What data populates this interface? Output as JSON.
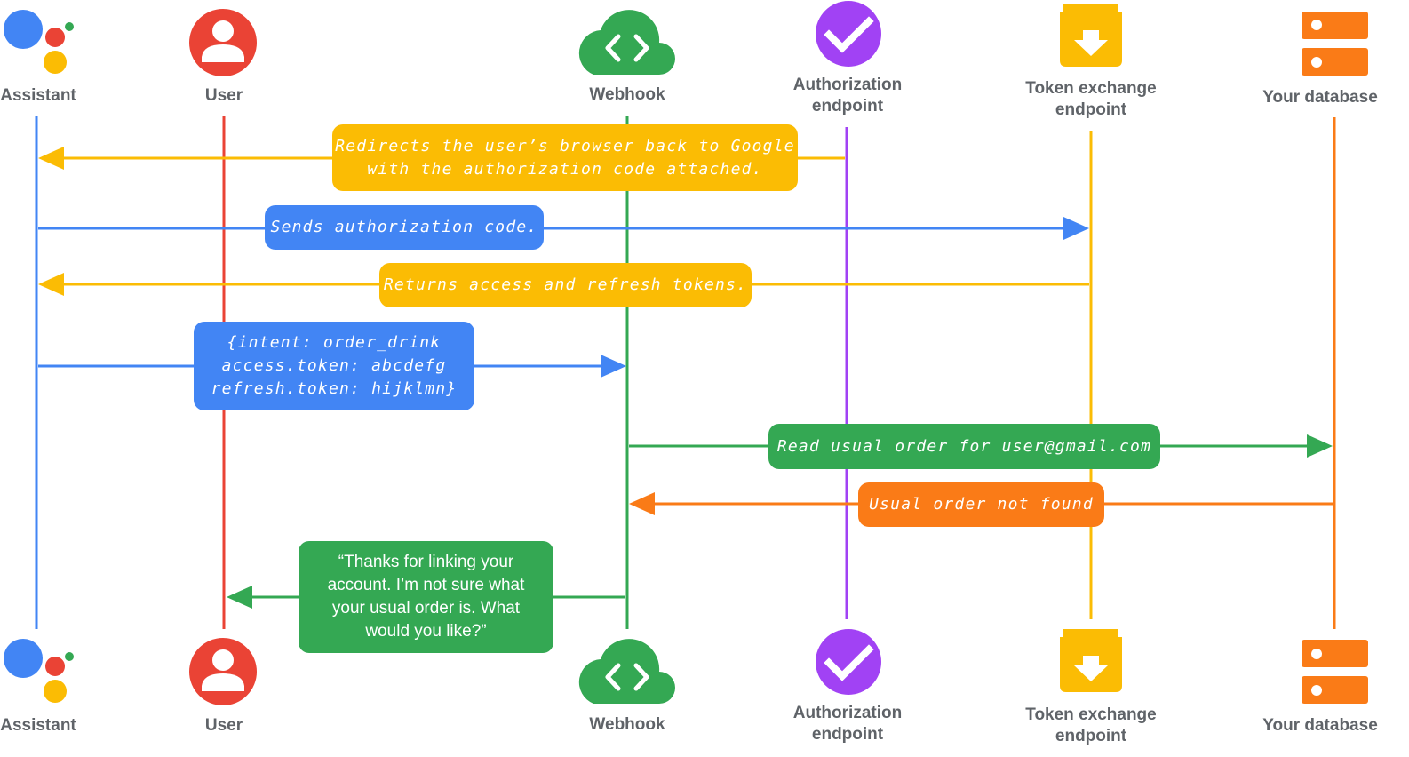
{
  "colors": {
    "blue": "#4285f4",
    "red": "#ea4335",
    "green": "#34a853",
    "purple": "#a142f4",
    "yellow": "#fbbc04",
    "orange": "#fa7b17",
    "label": "#5f6368"
  },
  "actors": {
    "assistant": {
      "label": "Assistant",
      "icon": "google-assistant-icon"
    },
    "user": {
      "label": "User",
      "icon": "user-avatar-icon"
    },
    "webhook": {
      "label": "Webhook",
      "icon": "cloud-code-icon"
    },
    "authorization": {
      "label": "Authorization\nendpoint",
      "icon": "checkmark-circle-icon"
    },
    "token_exchange": {
      "label": "Token exchange\nendpoint",
      "icon": "download-box-icon"
    },
    "database": {
      "label": "Your database",
      "icon": "database-icon"
    }
  },
  "messages": {
    "m1": "Redirects the user’s browser back to Google\nwith the authorization code attached.",
    "m2": "Sends authorization code.",
    "m3": "Returns access and refresh tokens.",
    "m4": "{intent: order_drink\naccess.token: abcdefg\nrefresh.token: hijklmn}",
    "m5": "Read usual order for user@gmail.com",
    "m6": "Usual order not found",
    "m7": "“Thanks for linking your\naccount. I’m not sure what\nyour usual order is. What\nwould you like?”"
  }
}
